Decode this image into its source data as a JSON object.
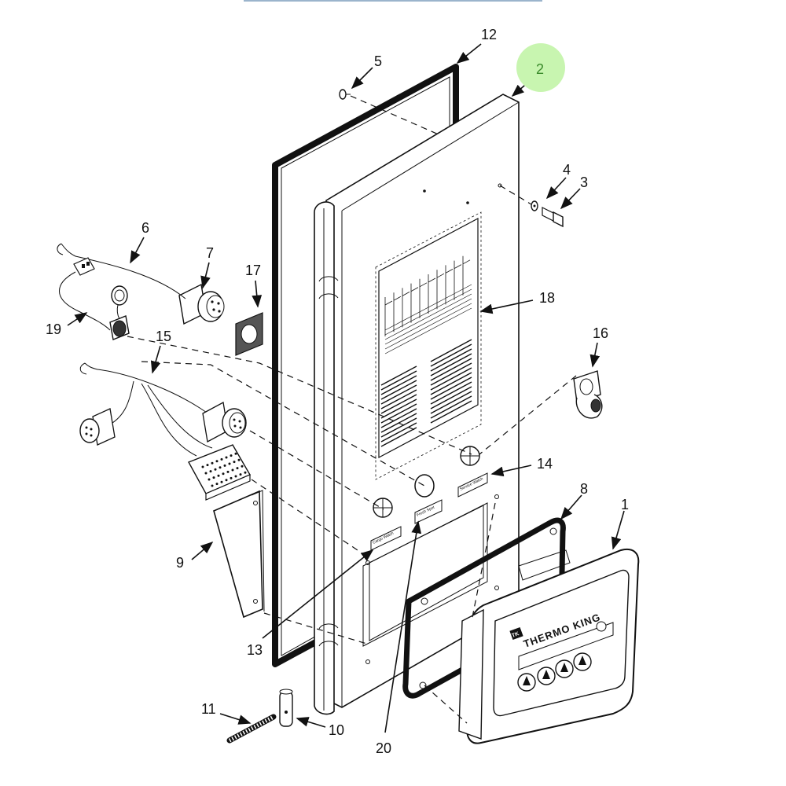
{
  "callouts": [
    {
      "id": "1",
      "label": "1"
    },
    {
      "id": "2",
      "label": "2",
      "highlighted": true
    },
    {
      "id": "3",
      "label": "3"
    },
    {
      "id": "4",
      "label": "4"
    },
    {
      "id": "5",
      "label": "5"
    },
    {
      "id": "6",
      "label": "6"
    },
    {
      "id": "7",
      "label": "7"
    },
    {
      "id": "8",
      "label": "8"
    },
    {
      "id": "9",
      "label": "9"
    },
    {
      "id": "10",
      "label": "10"
    },
    {
      "id": "11",
      "label": "11"
    },
    {
      "id": "12",
      "label": "12"
    },
    {
      "id": "13",
      "label": "13"
    },
    {
      "id": "14",
      "label": "14"
    },
    {
      "id": "15",
      "label": "15"
    },
    {
      "id": "16",
      "label": "16"
    },
    {
      "id": "17",
      "label": "17"
    },
    {
      "id": "18",
      "label": "18"
    },
    {
      "id": "19",
      "label": "19"
    },
    {
      "id": "20",
      "label": "20"
    }
  ],
  "decals": {
    "cargo_watch": "Cargo Watch",
    "service_watch": "Service Watch",
    "fresh_spot": "Fresh Spot"
  },
  "display_brand": "THERMO KING",
  "display_badge": "TK",
  "colors": {
    "highlight": "#c8f5b0",
    "highlight_text": "#3a8a2a",
    "line": "#111111",
    "top_rule": "#9bb4cc"
  },
  "icons": [
    "snowflake-icon"
  ]
}
